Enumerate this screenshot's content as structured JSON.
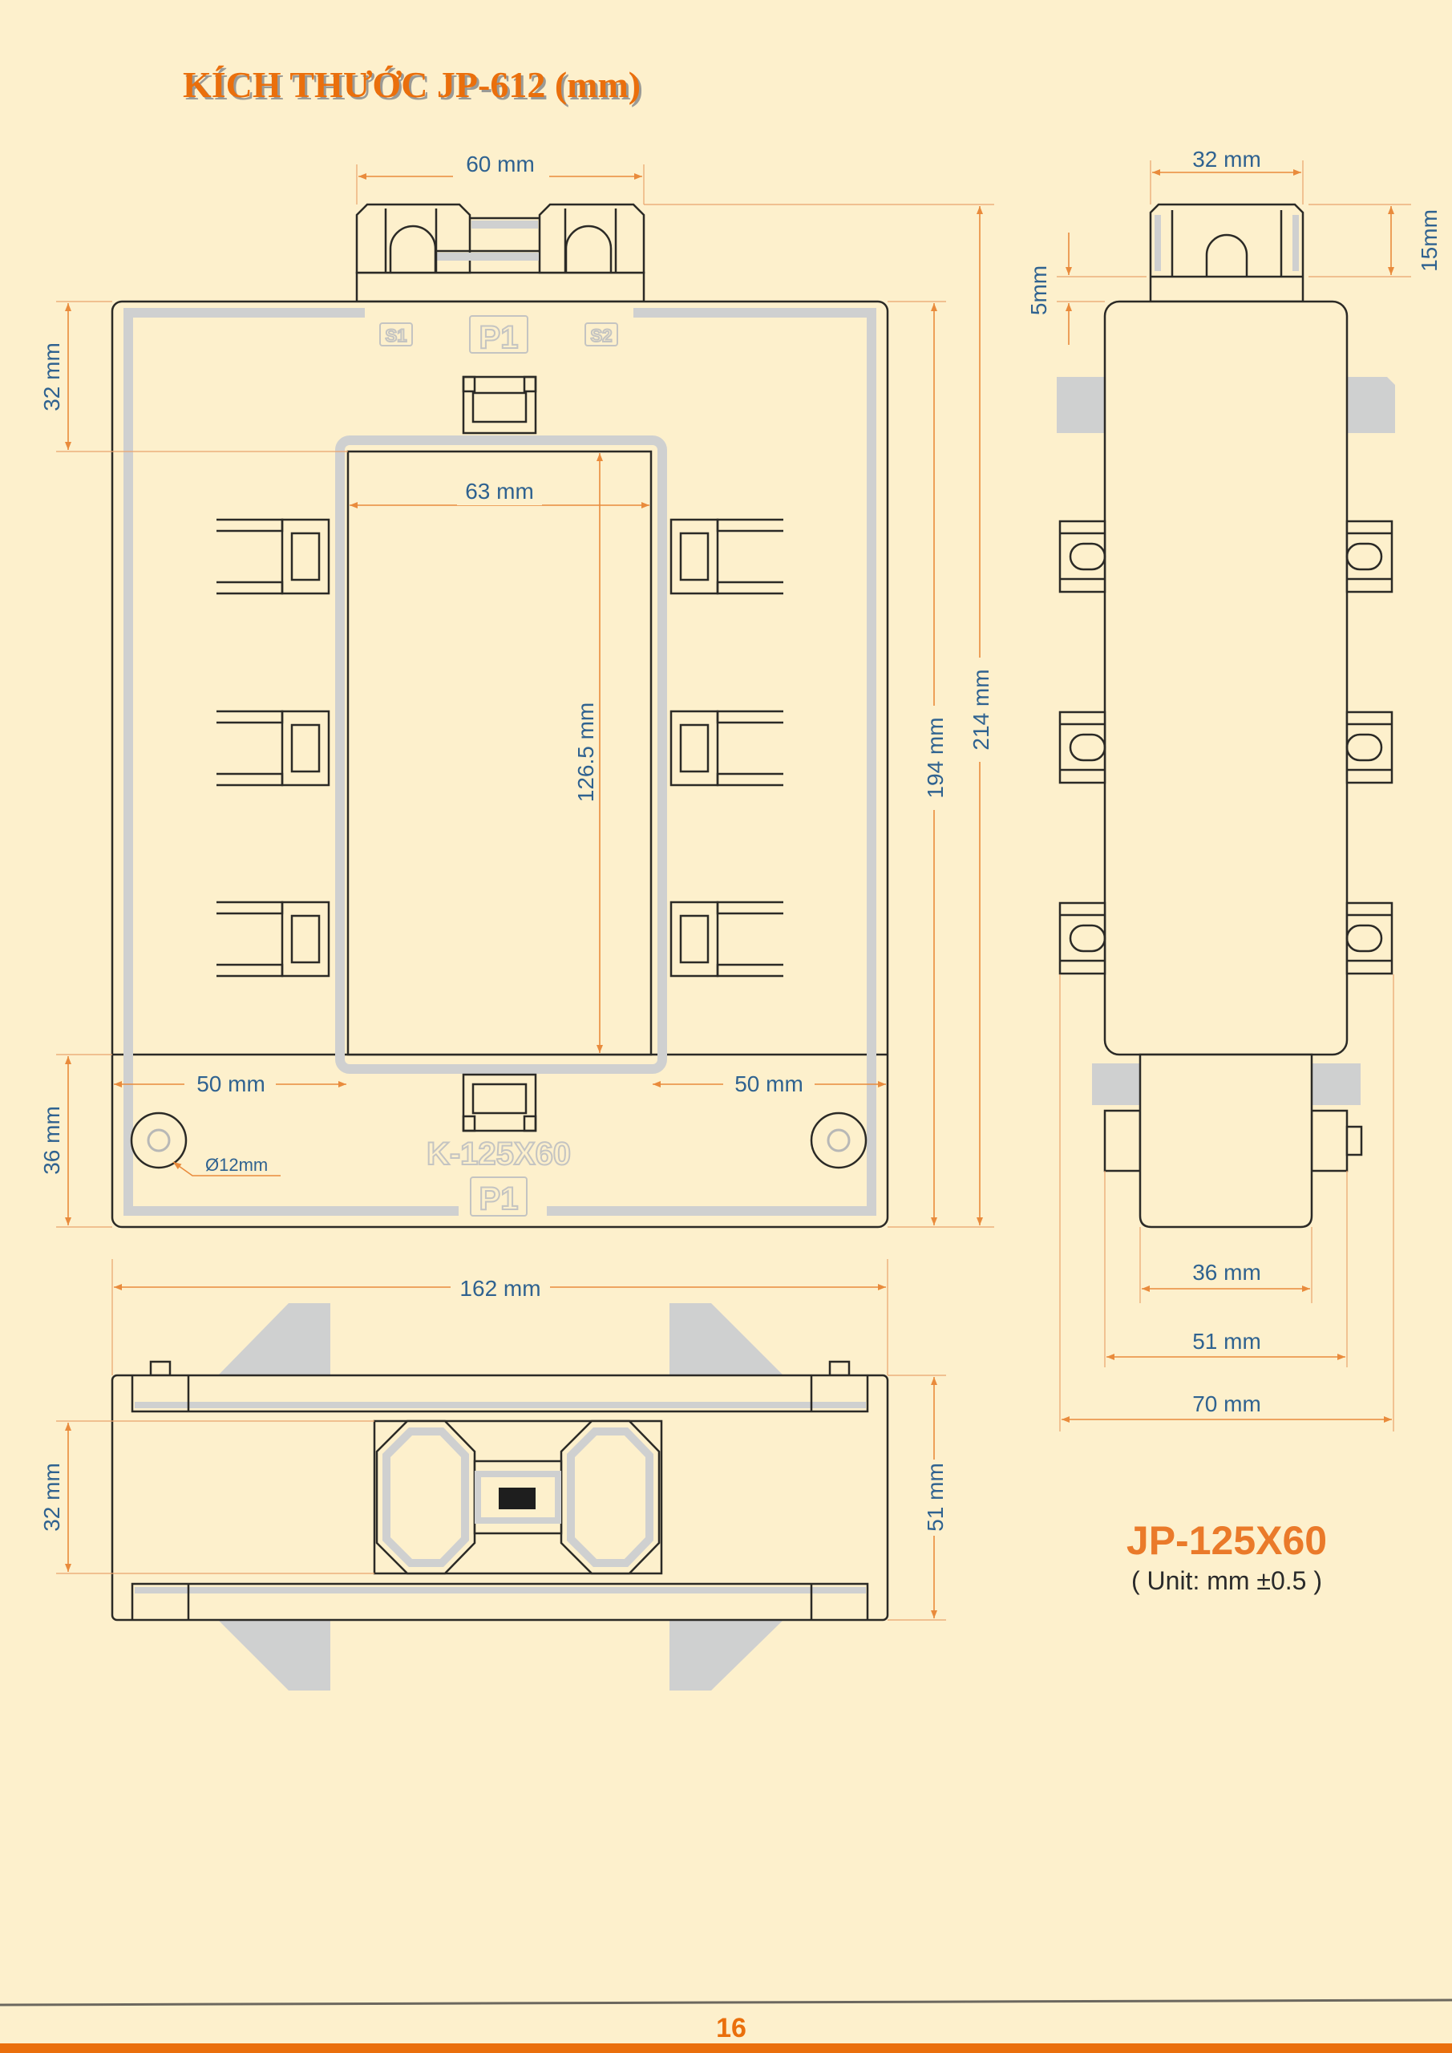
{
  "title": "KÍCH THƯỚC JP-612 (mm)",
  "front_view": {
    "width_top_tab": "60 mm",
    "top_to_window": "32 mm",
    "window_width": "63 mm",
    "window_height": "126.5 mm",
    "body_height": "194 mm",
    "total_height": "214 mm",
    "bottom_band": "36 mm",
    "left_offset": "50 mm",
    "right_offset": "50 mm",
    "hole_diameter": "Ø12mm",
    "embossed_s1": "S1",
    "embossed_p1_top": "P1",
    "embossed_s2": "S2",
    "embossed_model": "K-125X60",
    "embossed_p1_bottom": "P1"
  },
  "bottom_view": {
    "overall_width": "162 mm",
    "window_depth": "32 mm",
    "overall_depth": "51 mm"
  },
  "side_view": {
    "tab_width": "32 mm",
    "tab_height": "15mm",
    "step": "5mm",
    "bottom_width_36": "36 mm",
    "body_width_51": "51 mm",
    "overall_width_70": "70 mm"
  },
  "model": {
    "name": "JP-125X60",
    "unit": "( Unit: mm ±0.5 )"
  },
  "footer": {
    "page_number": "16"
  },
  "colors": {
    "background": "#fdf0cc",
    "accent": "#ea6f0c",
    "dimension_text": "#2f6290",
    "dimension_line": "#e98b3c"
  }
}
